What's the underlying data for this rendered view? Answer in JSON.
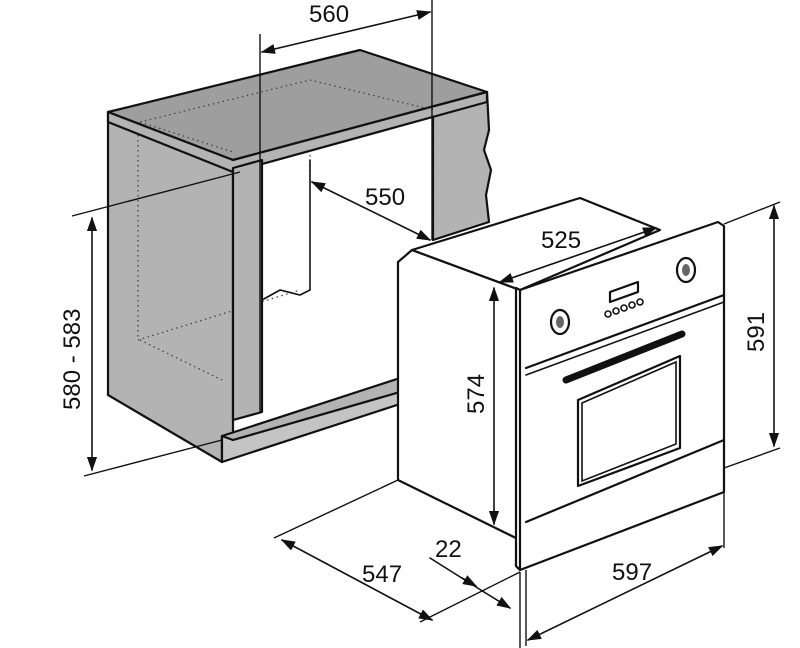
{
  "dimensions": {
    "cabinet_width": "560",
    "cabinet_depth": "550",
    "cabinet_height": "580 - 583",
    "oven_body_width": "525",
    "oven_body_height": "574",
    "oven_front_height": "591",
    "oven_body_depth": "547",
    "front_panel_thickness": "22",
    "oven_front_width": "597"
  },
  "colors": {
    "cabinet_fill": "#b3b3b3",
    "cabinet_top": "#9e9e9e",
    "outline": "#111111",
    "background": "#ffffff"
  }
}
